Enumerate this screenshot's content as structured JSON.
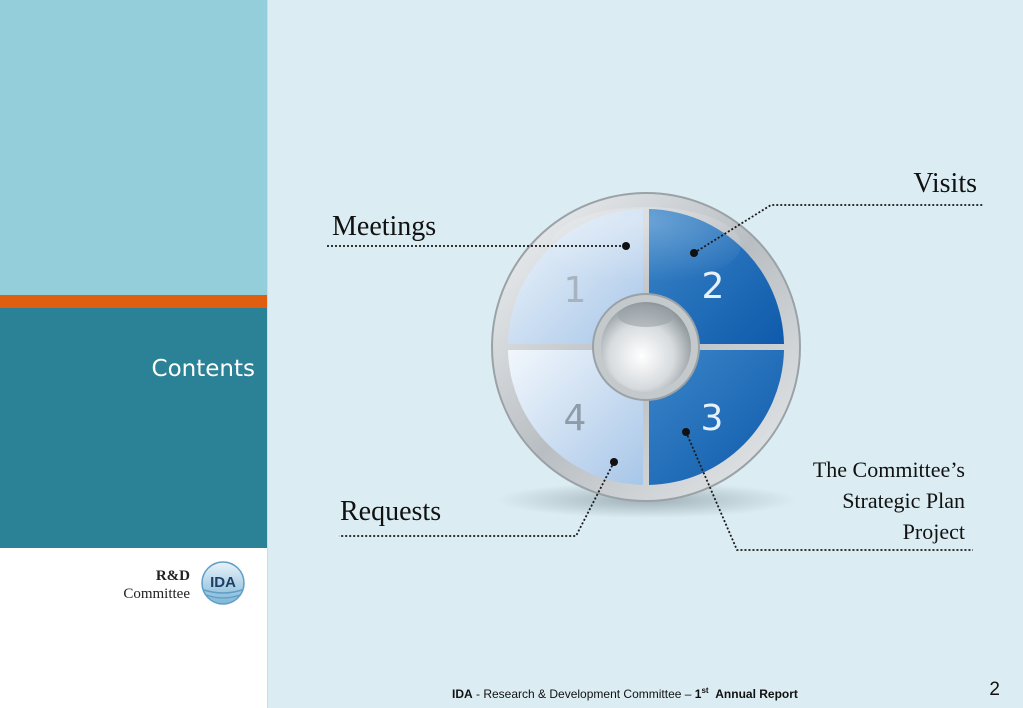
{
  "sidebar": {
    "title": "Contents",
    "logo": {
      "line1": "R&D",
      "line2": "Committee",
      "badge_text": "IDA"
    }
  },
  "diagram": {
    "segments": [
      {
        "number": "1",
        "label": "Meetings"
      },
      {
        "number": "2",
        "label": "Visits"
      },
      {
        "number": "3",
        "label": "The Committee’s Strategic Plan Project"
      },
      {
        "number": "4",
        "label": "Requests"
      }
    ],
    "plan_lines": [
      "The Committee’s",
      "Strategic Plan",
      "Project"
    ]
  },
  "footer": {
    "org": "IDA",
    "text": " - Research & Development Committee – ",
    "ordinal": "1",
    "ordinal_suffix": "st",
    "report": "Annual  Report"
  },
  "page_number": "2",
  "colors": {
    "sidebar_top": "#94ceda",
    "accent_orange": "#e05e10",
    "sidebar_teal": "#2b8196",
    "background": "#dbedf3",
    "segment_dark": "#2f79bf",
    "segment_light": "#c7dcf1"
  }
}
